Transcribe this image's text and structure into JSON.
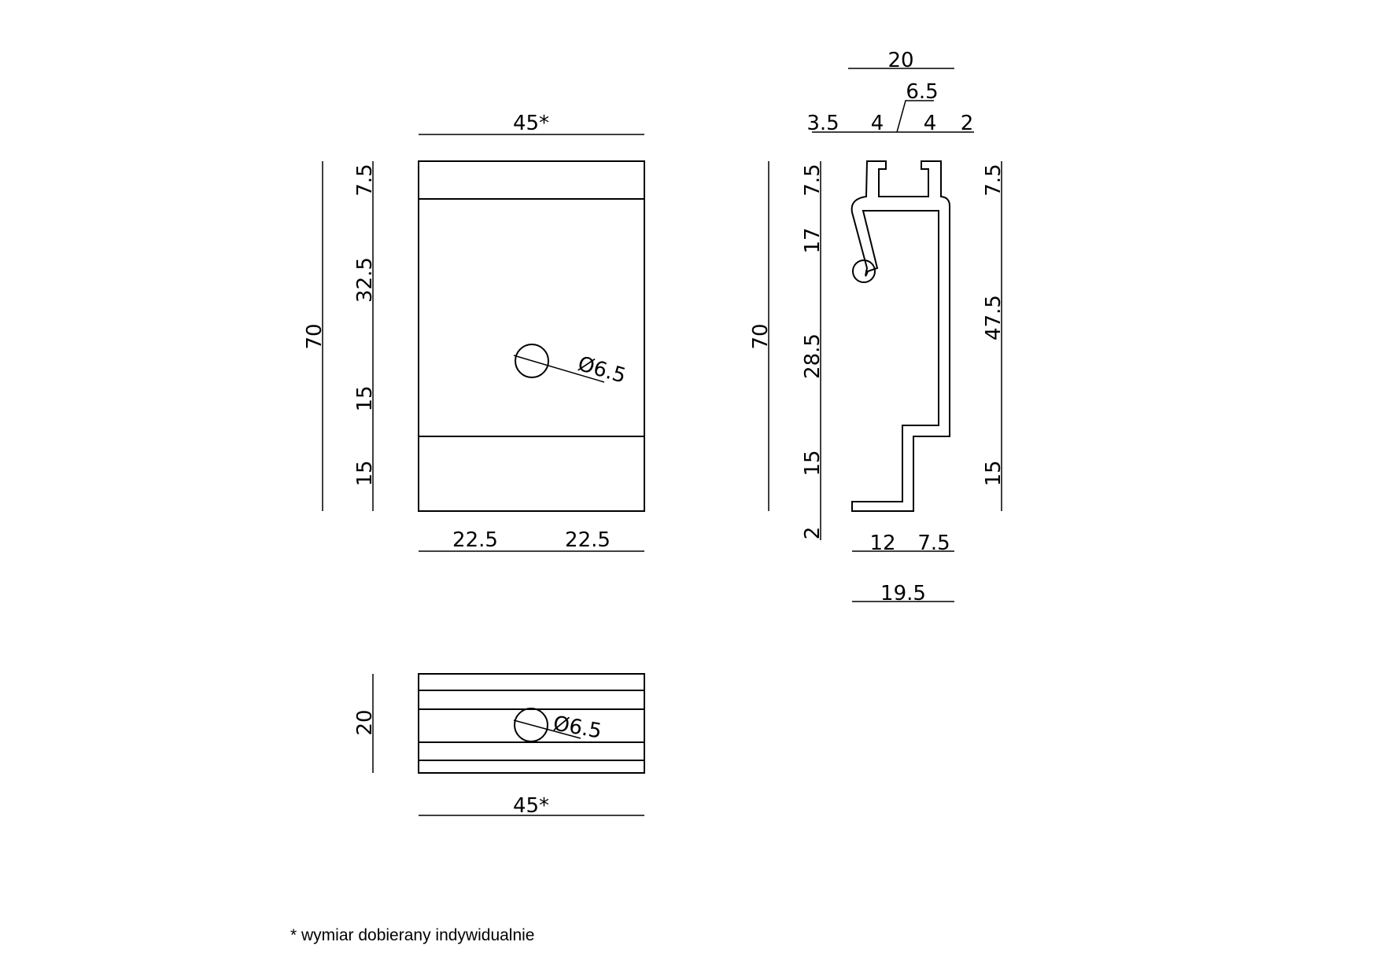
{
  "front_view": {
    "width_top": "45*",
    "height_total": "70",
    "h_7_5": "7.5",
    "h_32_5": "32.5",
    "h_15_a": "15",
    "h_15_b": "15",
    "bottom_left": "22.5",
    "bottom_right": "22.5",
    "hole": "Ø6.5"
  },
  "side_view": {
    "top_width": "20",
    "slot": "6.5",
    "top_3_5": "3.5",
    "top_4_a": "4",
    "top_4_b": "4",
    "top_2": "2",
    "height_total": "70",
    "left_7_5": "7.5",
    "left_17": "17",
    "left_28_5": "28.5",
    "left_15": "15",
    "left_2": "2",
    "right_7_5": "7.5",
    "right_47_5": "47.5",
    "right_15": "15",
    "bottom_12": "12",
    "bottom_7_5": "7.5",
    "bottom_19_5": "19.5"
  },
  "top_view": {
    "height": "20",
    "hole": "Ø6.5",
    "width": "45*"
  },
  "footnote": "* wymiar dobierany indywidualnie"
}
